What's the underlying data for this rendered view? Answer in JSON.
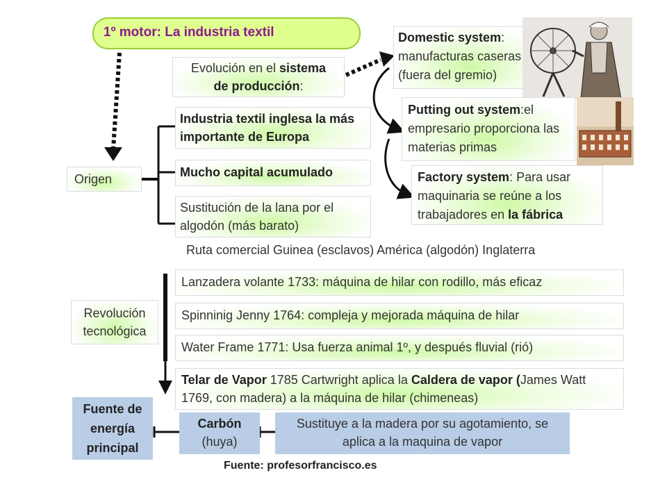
{
  "title": "1º motor: La industria textil",
  "colors": {
    "title_fill": "#dfff8f",
    "title_border": "#9acd32",
    "title_text": "#8b1a8b",
    "blue_box": "#b9cde6",
    "glow": "#ccf8a0"
  },
  "production": {
    "intro_a": "Evolución en el ",
    "intro_b": "sistema",
    "intro_c": "de producción",
    "intro_d": ":",
    "domestic_head": "Domestic system",
    "domestic_body_a": ":",
    "domestic_body_b": "manufacturas caseras (fuera del gremio)",
    "putting_head": "Putting out system",
    "putting_body_a": ":el",
    "putting_body_b": "empresario proporciona las materias primas",
    "factory_head": "Factory system",
    "factory_body_a": ": Para usar maquinaria se reúne a los trabajadores en ",
    "factory_body_b": "la fábrica"
  },
  "origin": {
    "label": "Origen",
    "item1": "Industria textil inglesa la más importante de Europa",
    "item2": "Mucho capital acumulado",
    "item3": "Sustitución de la lana por el algodón (más barato)",
    "route": "Ruta comercial Guinea (esclavos) América (algodón) Inglaterra"
  },
  "revolution": {
    "label": "Revolución tecnológica",
    "item1": "Lanzadera volante 1733: máquina de hilar con rodillo, más eficaz",
    "item2": "Spinninig Jenny 1764: compleja y mejorada máquina de hilar",
    "item3": "Water Frame 1771: Usa fuerza animal 1º, y después fluvial (rió)",
    "steam_a": "Telar de Vapor",
    "steam_b": " 1785 Cartwright aplica la ",
    "steam_c": "Caldera de vapor (",
    "steam_d": "James Watt 1769, con madera) a la máquina de hilar (chimeneas)"
  },
  "energy": {
    "label": "Fuente de energía principal",
    "coal_head": "Carbón",
    "coal_sub": "(huya)",
    "replace": "Sustituye a la madera por su agotamiento, se aplica a la maquina de vapor"
  },
  "source": "Fuente: profesorfrancisco.es"
}
